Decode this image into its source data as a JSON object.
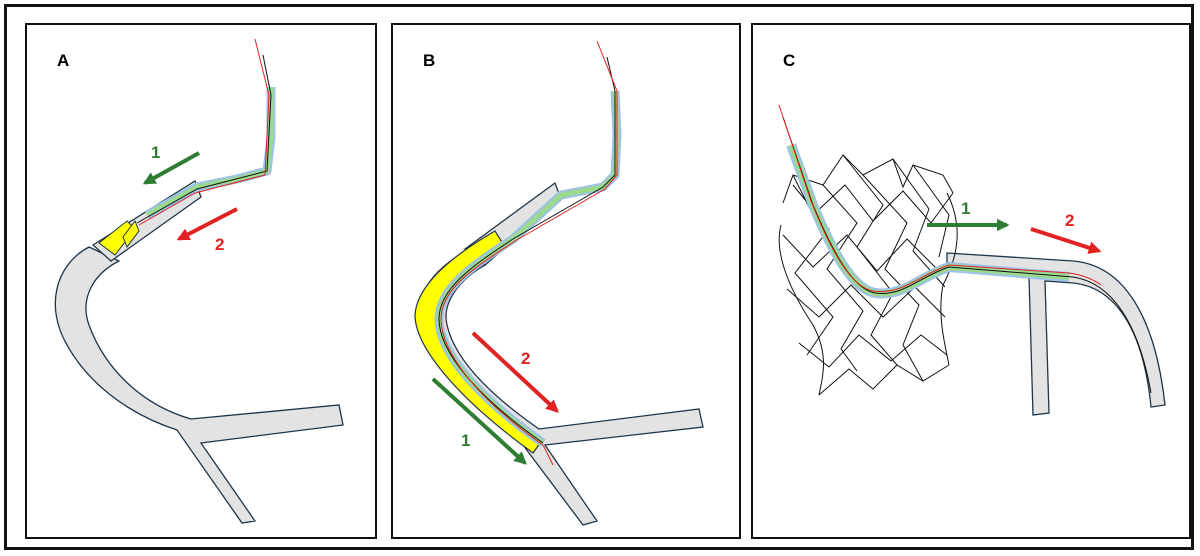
{
  "panels": {
    "a": {
      "label": "A",
      "step1": "1",
      "step2": "2"
    },
    "b": {
      "label": "B",
      "step1": "1",
      "step2": "2"
    },
    "c": {
      "label": "C",
      "step1": "1",
      "step2": "2"
    }
  },
  "colors": {
    "vessel_fill": "#e3e3e3",
    "vessel_stroke": "#1f3548",
    "sheath_green": "#9bd98f",
    "sheath_blue": "#9cc2e8",
    "plaque_yellow": "#ffff00",
    "arrow_green": "#2f7d32",
    "arrow_red": "#e02222"
  }
}
